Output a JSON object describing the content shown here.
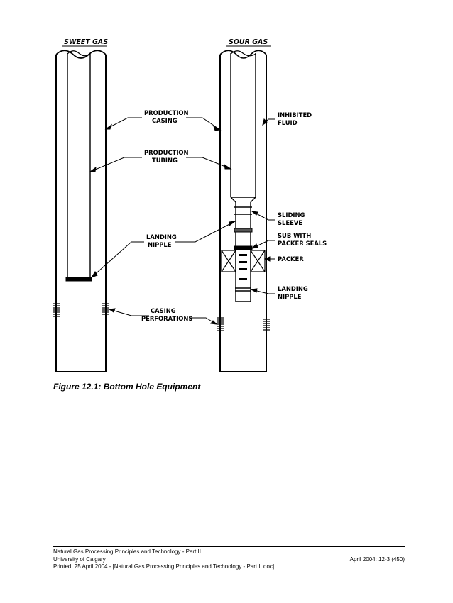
{
  "figure": {
    "left_header": "SWEET GAS",
    "right_header": "SOUR GAS",
    "labels": {
      "production_casing": [
        "PRODUCTION",
        "CASING"
      ],
      "production_tubing": [
        "PRODUCTION",
        "TUBING"
      ],
      "landing_nipple_left": [
        "LANDING",
        "NIPPLE"
      ],
      "casing_perforations": [
        "CASING",
        "PERFORATIONS"
      ],
      "inhibited_fluid": [
        "INHIBITED",
        "FLUID"
      ],
      "sliding_sleeve": [
        "SLIDING",
        "SLEEVE"
      ],
      "sub_with_packer_seals": [
        "SUB WITH",
        "PACKER SEALS"
      ],
      "packer": [
        "PACKER"
      ],
      "landing_nipple_right": [
        "LANDING",
        "NIPPLE"
      ]
    }
  },
  "caption": "Figure 12.1:  Bottom Hole Equipment",
  "footer": {
    "line1": "Natural Gas Processing Principles and Technology - Part II",
    "line2_left": "University of Calgary",
    "line2_right": "April 2004: 12-3 (450)",
    "line3": "Printed: 25 April 2004 - [Natural Gas Processing Principles and Technology - Part II.doc]"
  }
}
